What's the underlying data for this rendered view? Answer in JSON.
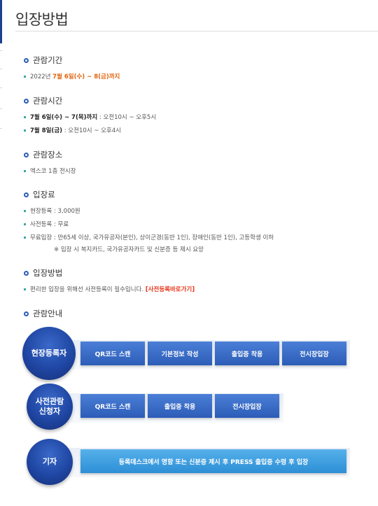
{
  "page": {
    "title": "입장방법"
  },
  "sections": {
    "period": {
      "title": "관람기간",
      "item_prefix": "2022년 ",
      "item_highlight": "7월 6일(수) ~ 8(금)까지"
    },
    "hours": {
      "title": "관람시간",
      "items": [
        {
          "bold": "7월 6일(수) ~ 7(목)까지",
          "rest": " : 오전10시 ~ 오후5시"
        },
        {
          "bold": "7월 8일(금)",
          "rest": " : 오전10시 ~ 오후4시"
        }
      ]
    },
    "venue": {
      "title": "관람장소",
      "item": "엑스코 1층 전시장"
    },
    "fee": {
      "title": "입장료",
      "items": [
        "현장등록 : 3,000원",
        "사전등록 : 무료",
        "무료입장 : 만65세 이상, 국가유공자(본인), 상이군경(동반 1인), 장애인(동반 1인), 고등학생 이하"
      ],
      "note": "※ 입장 시 복지카드, 국가유공자카드 및 신분증 등 제시 요망"
    },
    "entry": {
      "title": "입장방법",
      "item": "편리한 입장을 위해선 사전등록이 필수입니다. ",
      "link": "[사전등록바로가기]"
    },
    "guide": {
      "title": "관람안내"
    }
  },
  "flow": {
    "onsite": {
      "label": "현장등록자",
      "steps": [
        "QR코드 스캔",
        "기본정보 작성",
        "출입증 착용",
        "전시장입장"
      ]
    },
    "preregistered": {
      "label": "사전관람\n신청자",
      "steps": [
        "QR코드 스캔",
        "출입증 착용",
        "전시장입장"
      ]
    },
    "press": {
      "label": "기자",
      "step": "등록데스크에서 명함 또는 신분증 제시 후 PRESS 출입증 수령 후 입장"
    }
  },
  "colors": {
    "accent_navy": "#1f3f8f",
    "highlight_orange": "#e0620b",
    "link_red": "#e8351c",
    "step_blue": "#2c5cb8",
    "press_blue": "#2d8fd6"
  }
}
